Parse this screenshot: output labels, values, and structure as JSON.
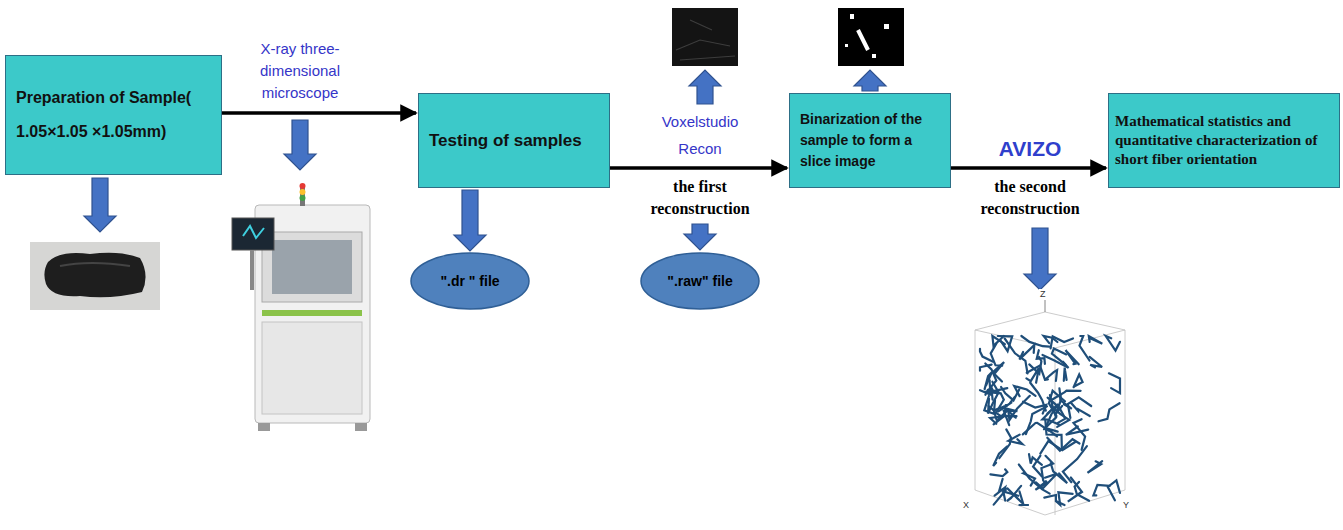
{
  "diagram": {
    "nodes": [
      {
        "text": [
          "Preparation of Sample( 1.05×1.05 ×1.05mm)"
        ]
      },
      {
        "text": [
          "Testing of samples"
        ]
      },
      {
        "text": [
          "Binarization of the sample to form a slice image"
        ]
      },
      {
        "text": [
          "Mathematical statistics and quantitative characterization of short fiber orientation"
        ]
      },
      {
        "text": [
          "\".dr \" file"
        ]
      },
      {
        "text": [
          "\".raw\" file"
        ]
      }
    ],
    "edges": [
      {
        "from": 0,
        "to": 1,
        "arrow": "to",
        "label": "X-ray three-dimensional microscope"
      },
      {
        "from": 1,
        "to": 2,
        "arrow": "to",
        "label": "Voxelstudio Recon"
      },
      {
        "from": 2,
        "to": 3,
        "arrow": "to",
        "label": "AVIZO"
      },
      {
        "from": 1,
        "to": 4,
        "arrow": "to"
      }
    ],
    "labels": [
      "the first reconstruction",
      "the second reconstruction",
      "Z",
      "X",
      "Y"
    ]
  }
}
